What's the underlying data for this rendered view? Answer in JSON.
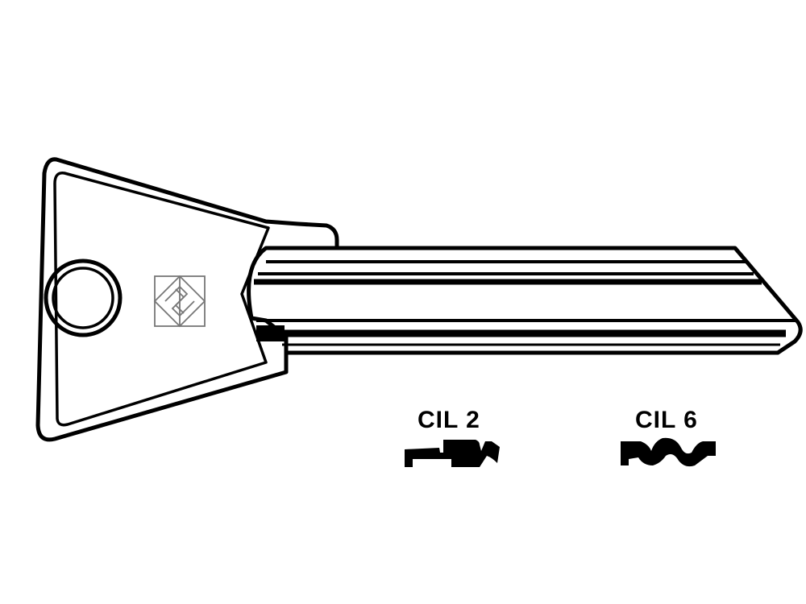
{
  "diagram": {
    "subject": "key blank",
    "colors": {
      "stroke": "#000000",
      "background": "#ffffff",
      "logo": "#777777"
    },
    "logo_icon": "brand-logo-square-icon",
    "profiles": [
      {
        "label": "CIL 2",
        "icon": "key-profile-cil2-icon"
      },
      {
        "label": "CIL 6",
        "icon": "key-profile-cil6-icon"
      }
    ]
  }
}
